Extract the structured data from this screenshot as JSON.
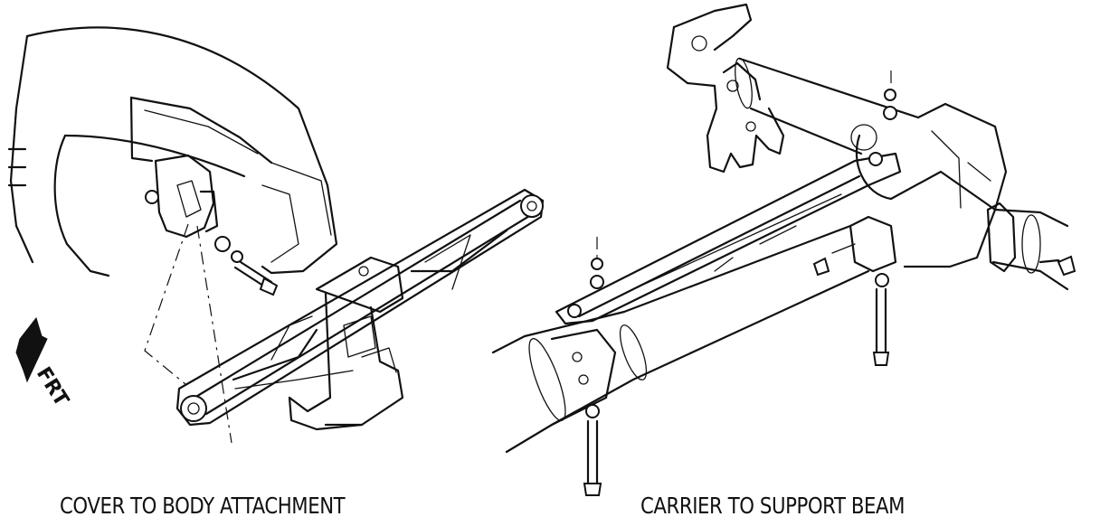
{
  "figure": {
    "left_panel": {
      "caption": "COVER TO BODY ATTACHMENT",
      "direction_marker": "FRT"
    },
    "right_panel": {
      "caption": "CARRIER TO SUPPORT BEAM"
    },
    "ink_color": "#111111",
    "background_color": "#ffffff"
  }
}
